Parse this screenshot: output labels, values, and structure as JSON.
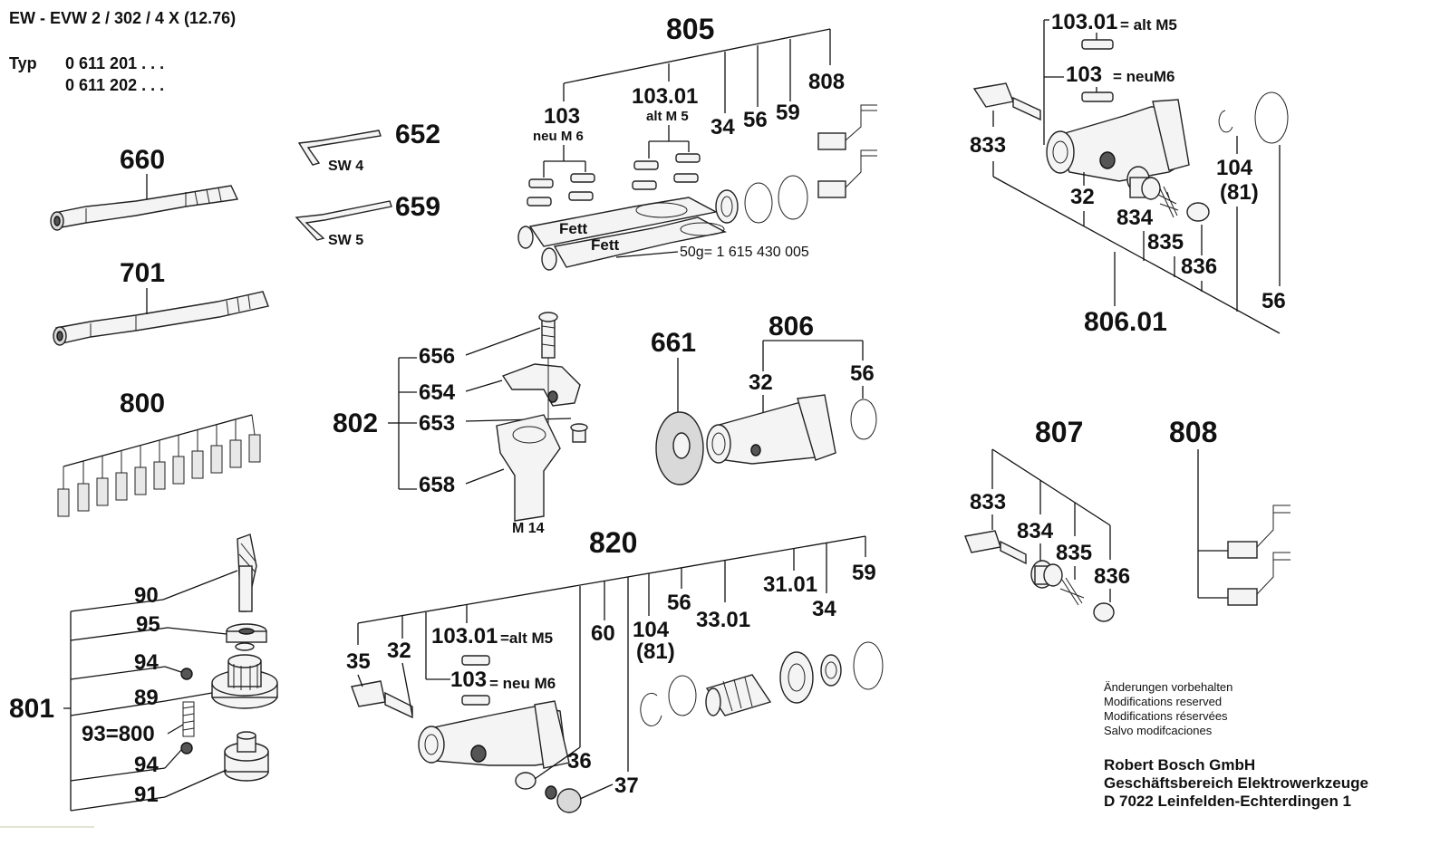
{
  "header": {
    "title": "EW - EVW 2 / 302 / 4 X (12.76)",
    "typ_label": "Typ",
    "type_numbers": [
      "0 611 201  . . .",
      "0 611 202  . . ."
    ]
  },
  "labels": {
    "l660": "660",
    "l701": "701",
    "l800": "800",
    "l801": "801",
    "l90": "90",
    "l95": "95",
    "l94a": "94",
    "l89": "89",
    "l93": "93=800",
    "l94b": "94",
    "l91": "91",
    "l652": "652",
    "sw4": "SW 4",
    "l659": "659",
    "sw5": "SW 5",
    "l805": "805",
    "l103": "103",
    "neuM6": "neu M 6",
    "l10301": "103.01",
    "altM5": "alt M 5",
    "l34": "34",
    "l56": "56",
    "l59": "59",
    "l808a": "808",
    "fett1": "Fett",
    "fett2": "Fett",
    "partno": "50g= 1  615  430  005",
    "l802": "802",
    "l656": "656",
    "l654": "654",
    "l653": "653",
    "l658": "658",
    "m14": "M 14",
    "l661": "661",
    "l806": "806",
    "l32a": "32",
    "l56a": "56",
    "l820": "820",
    "l35": "35",
    "l32b": "32",
    "l10301b": "103.01",
    "altM5b": "=alt M5",
    "l103b": "103",
    "neuM6b": "=  neu M6",
    "l36": "36",
    "l60": "60",
    "l37": "37",
    "l104": "104",
    "l81": "(81)",
    "l56b": "56",
    "l3301": "33.01",
    "l3101": "31.01",
    "l34b": "34",
    "l59b": "59",
    "l10301c": "103.01",
    "altM5c": "= alt M5",
    "l103c": "103",
    "neuM6c": "=  neuM6",
    "l833": "833",
    "l32c": "32",
    "l834": "834",
    "l835": "835",
    "l836": "836",
    "l104c": "104",
    "l81c": "(81)",
    "l56c": "56",
    "l80601": "806.01",
    "l807": "807",
    "l833b": "833",
    "l834b": "834",
    "l835b": "835",
    "l836b": "836",
    "l808b": "808"
  },
  "notes": [
    "Änderungen vorbehalten",
    "Modifications reserved",
    "Modifications réservées",
    "Salvo modifcaciones"
  ],
  "company": [
    "Robert Bosch GmbH",
    "Geschäftsbereich Elektrowerkzeuge",
    "D 7022 Leinfelden-Echterdingen 1"
  ]
}
